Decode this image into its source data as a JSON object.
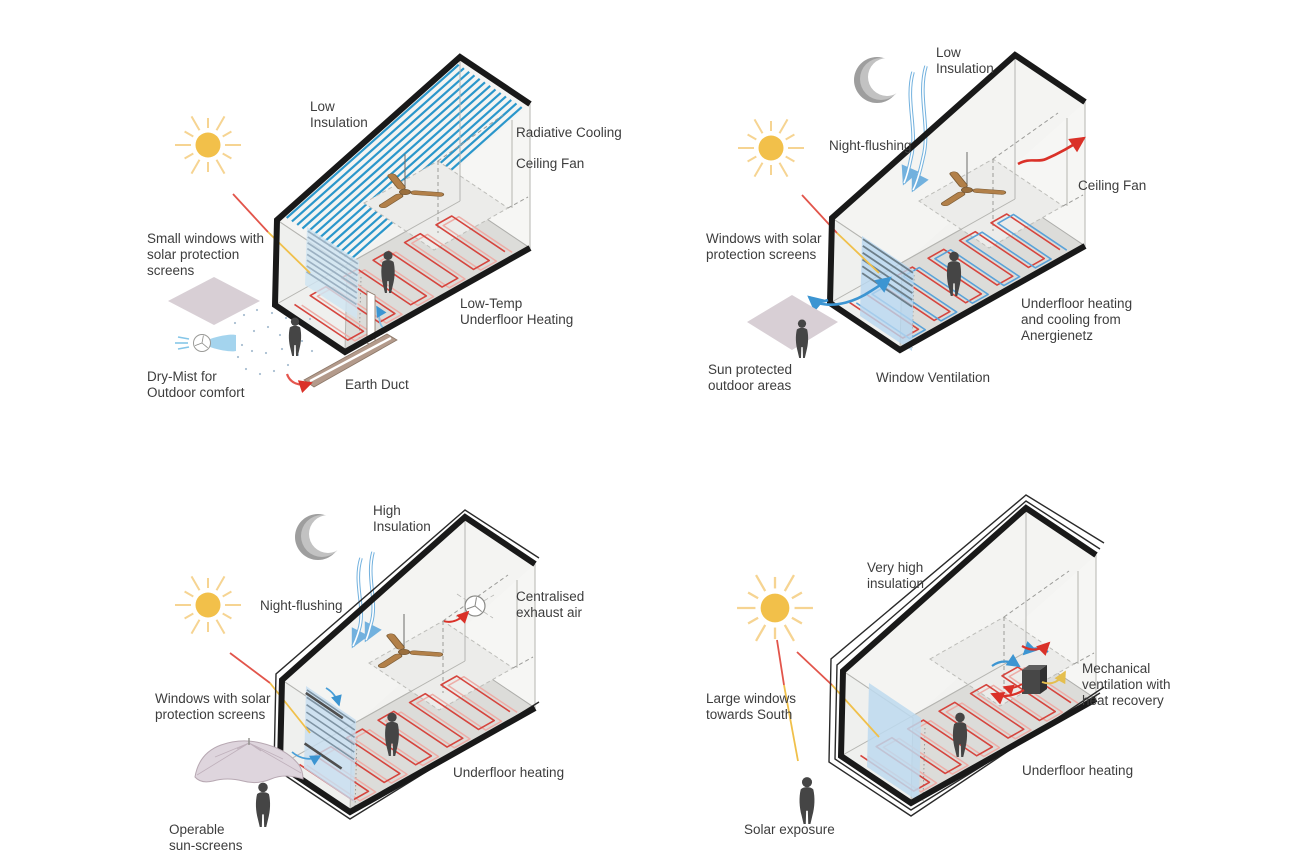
{
  "page": {
    "background": "#ffffff",
    "description": "Four isometric building-section climate concept diagrams"
  },
  "palette": {
    "outline_black": "#191919",
    "sun_core": "#f2c04a",
    "sun_rays": "#f6d492",
    "beam_red": "#e2554b",
    "beam_yellow": "#f0c04a",
    "cooling_blue": "#2b97cb",
    "heating_red": "#d6453e",
    "arrow_blue": "#3c95d2",
    "arrow_red": "#da3128",
    "arrow_yellow": "#e5bf4e",
    "person_gray": "#454545",
    "fan_brown": "#b28049",
    "duct_brown": "#b39a8b",
    "outdoor_mauve": "#d8cfd5",
    "window_pane": "#c5ddf0",
    "moon_gray": "#9e9e9e"
  },
  "diagrams": {
    "top_left": {
      "labels": {
        "insulation": "Low\nInsulation",
        "radiative_cooling": "Radiative Cooling",
        "ceiling_fan": "Ceiling Fan",
        "windows": "Small windows with\nsolar protection\nscreens",
        "underfloor": "Low-Temp\nUnderfloor Heating",
        "dry_mist": "Dry-Mist for\nOutdoor comfort",
        "earth_duct": "Earth Duct"
      },
      "icons": [
        "sun-icon",
        "sun-ray",
        "radiative-cooling-lines",
        "ceiling-fan-icon",
        "window-screen-icon",
        "underfloor-heating-coil",
        "person-icon",
        "outdoor-area-icon",
        "dry-mist-icon",
        "earth-duct-icon"
      ]
    },
    "top_right": {
      "labels": {
        "insulation": "Low\nInsulation",
        "night_flushing": "Night-flushing",
        "windows": "Windows with solar\nprotection screens",
        "ceiling_fan": "Ceiling Fan",
        "underfloor": "Underfloor heating\nand cooling from\nAnergienetz",
        "outdoor_areas": "Sun protected\noutdoor areas",
        "window_ventilation": "Window Ventilation"
      },
      "icons": [
        "sun-icon",
        "moon-icon",
        "night-flush-arrows",
        "ceiling-fan-icon",
        "window-screen-icon",
        "underfloor-heating-cooling-coils",
        "person-icon",
        "outdoor-area-icon",
        "exhaust-air-arrow",
        "window-inflow-arrows"
      ]
    },
    "bottom_left": {
      "labels": {
        "insulation": "High\nInsulation",
        "night_flushing": "Night-flushing",
        "exhaust_air": "Centralised\nexhaust air",
        "windows": "Windows with solar\nprotection screens",
        "underfloor": "Underfloor heating",
        "sun_screens": "Operable\nsun-screens"
      },
      "icons": [
        "sun-icon",
        "moon-icon",
        "night-flush-arrows",
        "ceiling-fan-icon",
        "exhaust-fan-icon",
        "window-screen-icon",
        "underfloor-heating-coil",
        "person-icon",
        "umbrella-icon"
      ]
    },
    "bottom_right": {
      "labels": {
        "insulation": "Very high\ninsulation",
        "windows": "Large windows\ntowards South",
        "mech_vent": "Mechanical\nventilation with\nheat recovery",
        "underfloor": "Underfloor heating",
        "solar_exposure": "Solar exposure"
      },
      "icons": [
        "sun-icon",
        "sun-ray",
        "large-window-icon",
        "heat-recovery-unit-icon",
        "underfloor-heating-coil",
        "person-icon"
      ]
    }
  }
}
